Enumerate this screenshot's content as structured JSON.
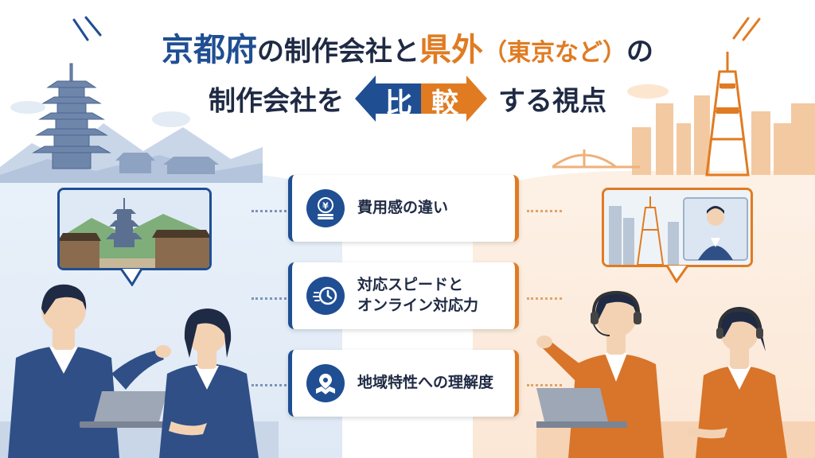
{
  "title": {
    "line1": {
      "kyoto": "京都府",
      "mid": "の制作会社と",
      "kengai": "県外",
      "paren": "（東京など）",
      "tail": "の"
    },
    "line2": {
      "head": "制作会社を",
      "hi": "比",
      "kaku": "較",
      "tail": "する視点"
    }
  },
  "cards": [
    {
      "label": "費用感の違い",
      "icon": "yen-coin-icon"
    },
    {
      "label_line1": "対応スピードと",
      "label_line2": "オンライン対応力",
      "icon": "clock-speed-icon"
    },
    {
      "label": "地域特性への理解度",
      "icon": "map-pin-icon"
    }
  ],
  "colors": {
    "kyoto_blue": "#1f4e93",
    "tokyo_orange": "#e07b22",
    "text_dark": "#1f2a44"
  }
}
